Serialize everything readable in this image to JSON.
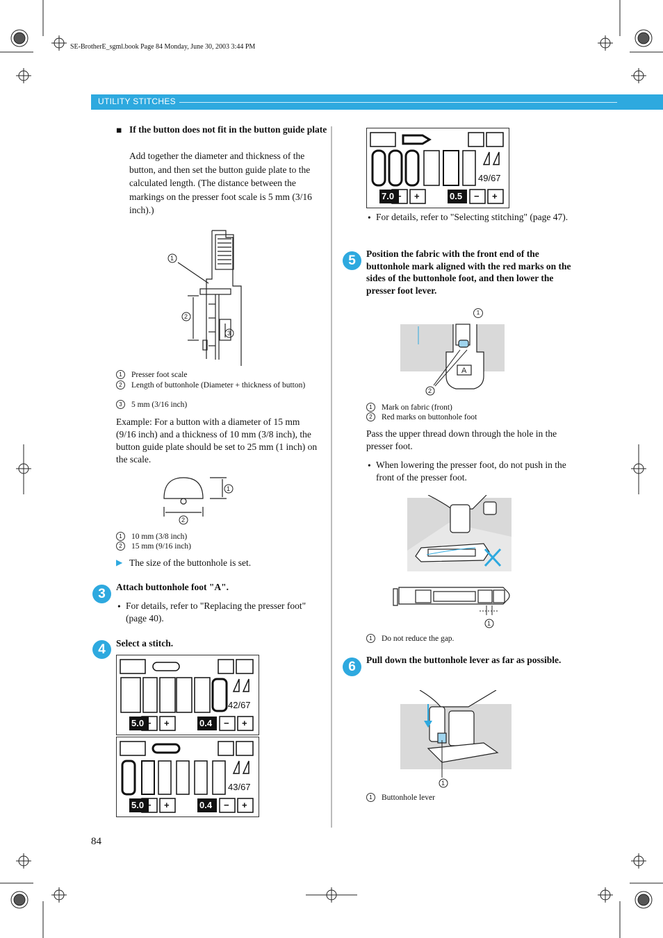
{
  "file_info": "SE-BrotherE_sgml.book  Page 84  Monday, June 30, 2003  3:44 PM",
  "header": {
    "section": "UTILITY STITCHES"
  },
  "page_number": "84",
  "left": {
    "subhead": "If the button does not fit in the button guide plate",
    "para1": "Add together the diameter and thickness of the button, and then set the button guide plate to the calculated length. (The distance between the markings on the presser foot scale is 5 mm (3/16 inch).)",
    "fig1_callouts": [
      "1",
      "2",
      "3"
    ],
    "fig1_legend": [
      "Presser foot scale",
      "Length of buttonhole (Diameter + thickness of button)",
      "5 mm (3/16 inch)"
    ],
    "example": "Example: For a button with a diameter of 15 mm (9/16 inch) and a thickness of 10 mm (3/8 inch), the button guide plate should be set to 25 mm (1 inch) on the scale.",
    "fig2_callouts": [
      "1",
      "2"
    ],
    "fig2_legend": [
      "10 mm (3/8 inch)",
      "15 mm (9/16 inch)"
    ],
    "result": "The size of the buttonhole is set.",
    "step3": {
      "num": "3",
      "title": "Attach buttonhole foot \"A\".",
      "bullet": "For details, refer to \"Replacing the presser foot\" (page 40)."
    },
    "step4": {
      "num": "4",
      "title": "Select a stitch."
    },
    "lcd1": {
      "count": "42/67",
      "width": "5.0",
      "length": "0.4",
      "minus": "−",
      "plus": "+"
    },
    "lcd2": {
      "count": "43/67",
      "width": "5.0",
      "length": "0.4",
      "minus": "−",
      "plus": "+"
    }
  },
  "right": {
    "lcd3": {
      "count": "49/67",
      "width": "7.0",
      "length": "0.5",
      "minus": "−",
      "plus": "+"
    },
    "bullet_top": "For details, refer to \"Selecting stitching\" (page 47).",
    "step5": {
      "num": "5",
      "title": "Position the fabric with the front end of the buttonhole mark aligned with the red marks on the sides of the buttonhole foot, and then lower the presser foot lever."
    },
    "fig3_callouts": [
      "1",
      "2"
    ],
    "fig3_foot_letter": "A",
    "fig3_legend": [
      "Mark on fabric (front)",
      "Red marks on buttonhole foot"
    ],
    "para_thread": "Pass the upper thread down through the hole in the presser foot.",
    "bullet_lower": "When lowering the presser foot, do not push in the front of the presser foot.",
    "fig4_callouts": [
      "1"
    ],
    "fig4_legend": [
      "Do not reduce the gap."
    ],
    "step6": {
      "num": "6",
      "title": "Pull down the buttonhole lever as far as possible."
    },
    "fig5_callouts": [
      "1"
    ],
    "fig5_legend": [
      "Buttonhole lever"
    ]
  }
}
